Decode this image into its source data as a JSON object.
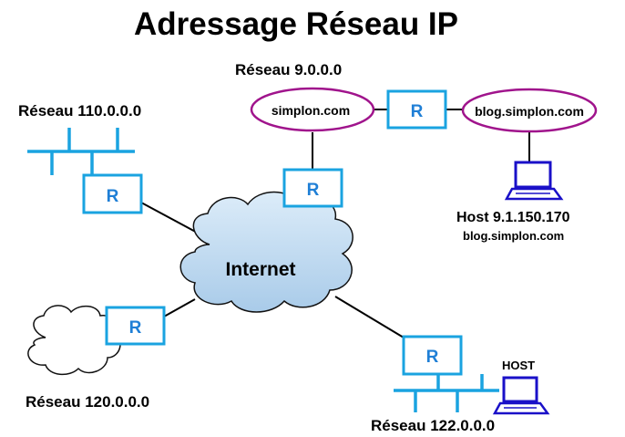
{
  "title": "Adressage Réseau IP",
  "networks": {
    "net_9": "Réseau 9.0.0.0",
    "net_110": "Réseau 110.0.0.0",
    "net_120": "Réseau 120.0.0.0",
    "net_122": "Réseau 122.0.0.0"
  },
  "domains": {
    "simplon": "simplon.com",
    "blog": "blog.simplon.com"
  },
  "router_label": "R",
  "cloud_label": "Internet",
  "hosts": {
    "host_ip": "Host 9.1.150.170",
    "host_domain": "blog.simplon.com",
    "host_label": "HOST"
  },
  "colors": {
    "router_border": "#1aa3e0",
    "router_text": "#1f7fd6",
    "ethernet": "#1aa3e0",
    "ellipse": "#a0148c",
    "cloud_fill": "#c5dff4",
    "computer": "#1a10c8"
  }
}
